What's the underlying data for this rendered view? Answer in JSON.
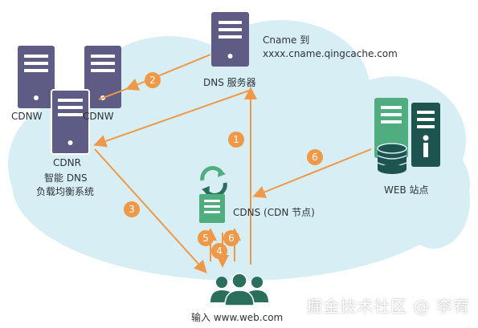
{
  "labels": {
    "cname": "Cname 到",
    "cname_domain": "xxxx.cname.qingcache.com",
    "dns_server": "DNS 服务器",
    "cdnw_left": "CDNW",
    "cdnw_right": "CDNW",
    "cdnr": "CDNR",
    "smart_dns": "智能 DNS",
    "load_balance": "负载均衡系统",
    "web_site": "WEB 站点",
    "cdns": "CDNS (CDN 节点)",
    "user_input": "输入 www.web.com"
  },
  "steps": [
    "1",
    "2",
    "3",
    "4",
    "5",
    "6",
    "6"
  ],
  "watermark": "掘金技术社区 @ 李宥",
  "colors": {
    "cloud": "#d8eef5",
    "server_purple": "#5e5b85",
    "server_green": "#4fad80",
    "server_dark": "#1e5450",
    "arrow": "#ef9848",
    "badge": "#ef9848",
    "user": "#2a6e5c"
  }
}
